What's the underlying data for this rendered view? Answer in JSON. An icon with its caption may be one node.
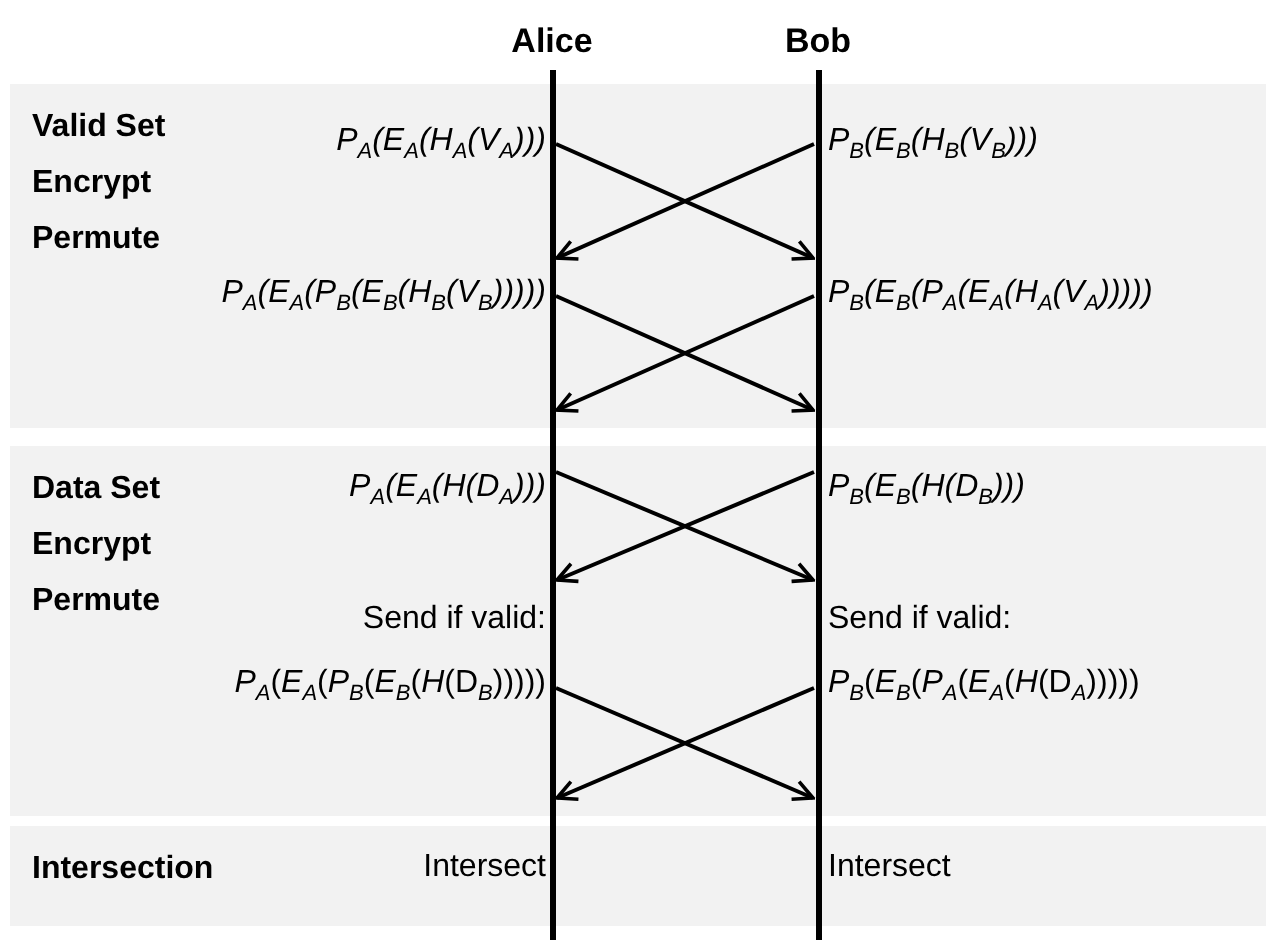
{
  "diagram": {
    "nodes": [
      {
        "text": [
          "Valid Set Encrypt Permute"
        ]
      },
      {
        "text": [
          "P$_{A}$(E$_{A}$(H$_{A}$(V$_{A}$)))"
        ],
        "in": 0
      },
      {
        "text": [
          "P$_{B}$(E$_{B}$(H$_{B}$(V$_{B}$)))"
        ],
        "in": 0
      },
      {
        "text": [
          "P$_{A}$(E$_{A}$(P$_{B}$(E$_{B}$(H$_{B}$(V$_{B}$)))))"
        ],
        "in": 0
      },
      {
        "text": [
          "P$_{B}$(E$_{B}$(P$_{A}$(E$_{A}$(H$_{A}$(V$_{A}$)))))"
        ],
        "in": 0
      },
      {
        "text": [
          "Data Set Encrypt Permute"
        ]
      },
      {
        "text": [
          "P$_{A}$(E$_{A}$(H(D$_{A}$)))"
        ],
        "in": 5
      },
      {
        "text": [
          "P$_{B}$(E$_{B}$(H(D$_{B}$)))"
        ],
        "in": 5
      },
      {
        "text": [
          "Send if valid:",
          "*P*$_{A}$(*E*$_{A}$(*P*$_{B}$(*E*$_{B}$(*H*(D$_{B}$)))))"
        ],
        "in": 5
      },
      {
        "text": [
          "Send if valid:",
          "*P*$_{B}$(*E*$_{B}$(*P*$_{A}$(*E*$_{A}$(*H*(D$_{A}$)))))"
        ],
        "in": 5
      },
      {
        "text": [
          "Intersection"
        ]
      },
      {
        "text": [
          "Intersect"
        ],
        "in": 10
      },
      {
        "text": [
          "Intersect"
        ],
        "in": 10
      },
      {
        "text": [
          "Alice"
        ]
      },
      {
        "text": [
          "Bob"
        ]
      }
    ],
    "edges": [
      {
        "from": 1,
        "to": 14,
        "arrow": "to"
      },
      {
        "from": 2,
        "to": 13,
        "arrow": "to"
      },
      {
        "from": 3,
        "to": 14,
        "arrow": "to"
      },
      {
        "from": 4,
        "to": 13,
        "arrow": "to"
      },
      {
        "from": 6,
        "to": 14,
        "arrow": "to"
      },
      {
        "from": 7,
        "to": 13,
        "arrow": "to"
      },
      {
        "from": 8,
        "to": 14,
        "arrow": "to"
      },
      {
        "from": 9,
        "to": 13,
        "arrow": "to"
      }
    ]
  }
}
